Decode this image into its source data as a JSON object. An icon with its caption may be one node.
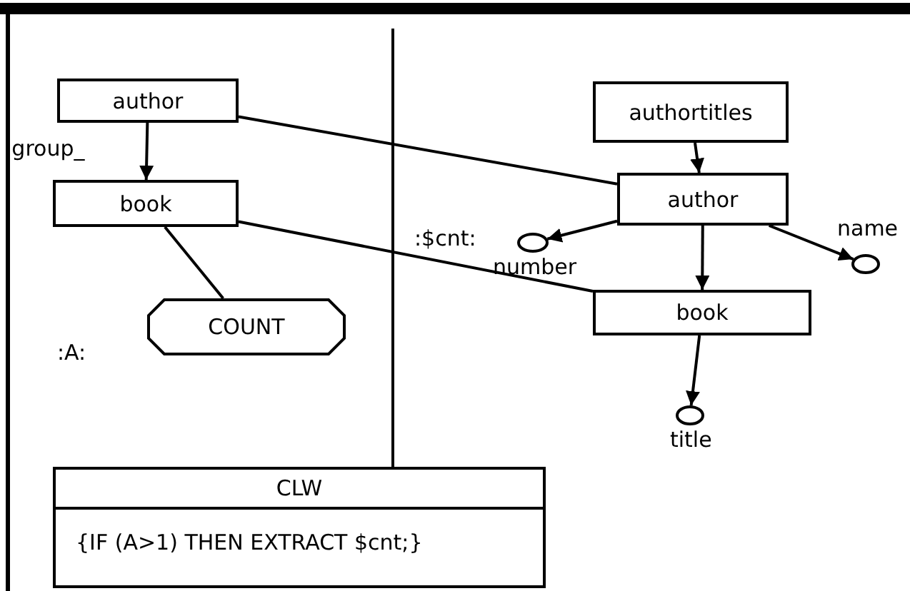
{
  "diagram": {
    "nodes": [
      {
        "text": [
          "author"
        ]
      },
      {
        "text": [
          "book"
        ]
      },
      {
        "text": [
          "COUNT"
        ]
      },
      {
        "text": [
          "authortitles"
        ]
      },
      {
        "text": [
          "author"
        ]
      },
      {
        "text": [
          "book"
        ]
      },
      {
        "text": [],
        "shape": "circle",
        "beside": [
          ":$cnt:",
          "number"
        ]
      },
      {
        "text": [],
        "shape": "circle",
        "beside": [
          "name"
        ]
      },
      {
        "text": [],
        "shape": "circle",
        "beside": [
          "title"
        ]
      },
      {
        "text": [
          "CLW",
          "{IF (A>1) THEN EXTRACT $cnt;}"
        ]
      }
    ],
    "edges": [
      {
        "from": 0,
        "to": 1,
        "arrow": "to",
        "label": "group_"
      },
      {
        "from": 0,
        "to": 4,
        "arrow": "none"
      },
      {
        "from": 1,
        "to": 2,
        "arrow": "none"
      },
      {
        "from": 1,
        "to": 5,
        "arrow": "none"
      },
      {
        "from": 3,
        "to": 4,
        "arrow": "to"
      },
      {
        "from": 4,
        "to": 6,
        "arrow": "to"
      },
      {
        "from": 4,
        "to": 5,
        "arrow": "to"
      },
      {
        "from": 4,
        "to": 7,
        "arrow": "to"
      },
      {
        "from": 5,
        "to": 8,
        "arrow": "to"
      }
    ],
    "labels": [
      ":A:"
    ]
  }
}
